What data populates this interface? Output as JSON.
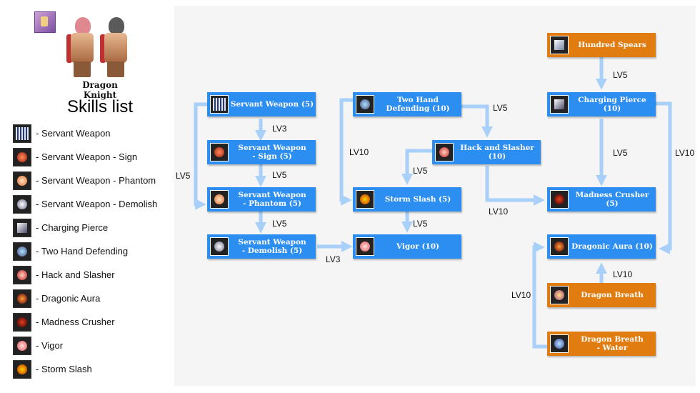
{
  "header": {
    "job_name": "Dragon Knight",
    "skills_title": "Skills list"
  },
  "skills": [
    {
      "label": "- Servant Weapon",
      "icon": "servant-weapon-icon"
    },
    {
      "label": "- Servant Weapon - Sign",
      "icon": "servant-weapon-sign-icon"
    },
    {
      "label": "- Servant Weapon - Phantom",
      "icon": "servant-weapon-phantom-icon"
    },
    {
      "label": "- Servant Weapon - Demolish",
      "icon": "servant-weapon-demolish-icon"
    },
    {
      "label": "- Charging Pierce",
      "icon": "charging-pierce-icon"
    },
    {
      "label": "- Two Hand Defending",
      "icon": "two-hand-defending-icon"
    },
    {
      "label": "- Hack and Slasher",
      "icon": "hack-and-slasher-icon"
    },
    {
      "label": "- Dragonic Aura",
      "icon": "dragonic-aura-icon"
    },
    {
      "label": "- Madness Crusher",
      "icon": "madness-crusher-icon"
    },
    {
      "label": "- Vigor",
      "icon": "vigor-icon"
    },
    {
      "label": "- Storm Slash",
      "icon": "storm-slash-icon"
    }
  ],
  "tree": {
    "nodes": {
      "servant_weapon": "Servant Weapon (5)",
      "servant_weapon_sign": "Servant Weapon\n- Sign (5)",
      "servant_weapon_phantom": "Servant Weapon\n- Phantom (5)",
      "servant_weapon_demolish": "Servant Weapon\n- Demolish (5)",
      "two_hand_defending": "Two Hand\nDefending (10)",
      "hack_and_slasher": "Hack and Slasher (10)",
      "storm_slash": "Storm Slash (5)",
      "vigor": "Vigor (10)",
      "hundred_spears": "Hundred Spears",
      "charging_pierce": "Charging Pierce (10)",
      "madness_crusher": "Madness Crusher (5)",
      "dragonic_aura": "Dragonic Aura (10)",
      "dragon_breath": "Dragon Breath",
      "dragon_breath_water": "Dragon Breath\n- Water"
    },
    "levels": {
      "lv5": "LV5",
      "lv3": "LV3",
      "lv10": "LV10"
    }
  },
  "colors": {
    "node_blue": "#2c8ef0",
    "node_orange": "#e07c10",
    "arrow": "#a8d0f8"
  }
}
